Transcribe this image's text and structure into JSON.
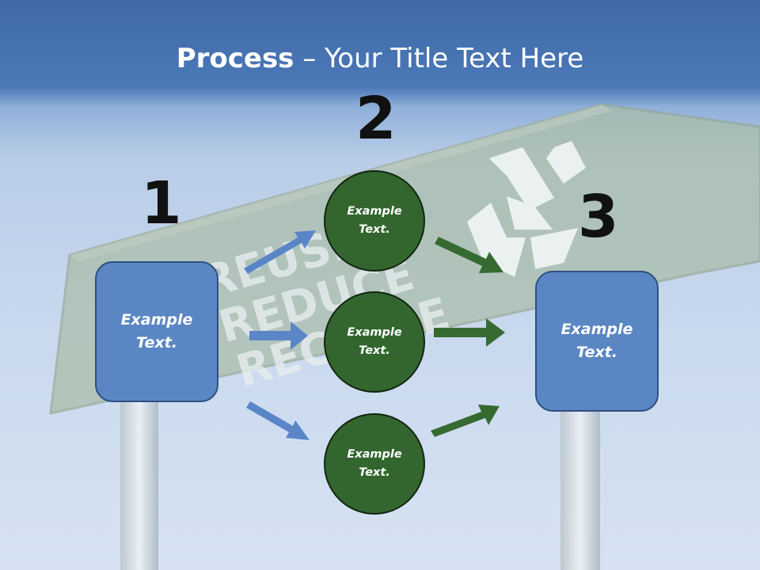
{
  "title": {
    "bold": "Process",
    "rest": " – Your Title Text Here"
  },
  "sign_text": {
    "line1": "REUSE",
    "line2": "REDUCE",
    "line3": "RECYCLE"
  },
  "steps": {
    "one": "1",
    "two": "2",
    "three": "3"
  },
  "left_box": {
    "line1": "Example",
    "line2": "Text."
  },
  "right_box": {
    "line1": "Example",
    "line2": "Text."
  },
  "circles": [
    {
      "line1": "Example",
      "line2": "Text."
    },
    {
      "line1": "Example",
      "line2": "Text."
    },
    {
      "line1": "Example",
      "line2": "Text."
    }
  ],
  "colors": {
    "blue_box": "#5b86c4",
    "blue_arrow": "#5a86c8",
    "green_circle": "#33662f",
    "green_arrow": "#356a31"
  }
}
